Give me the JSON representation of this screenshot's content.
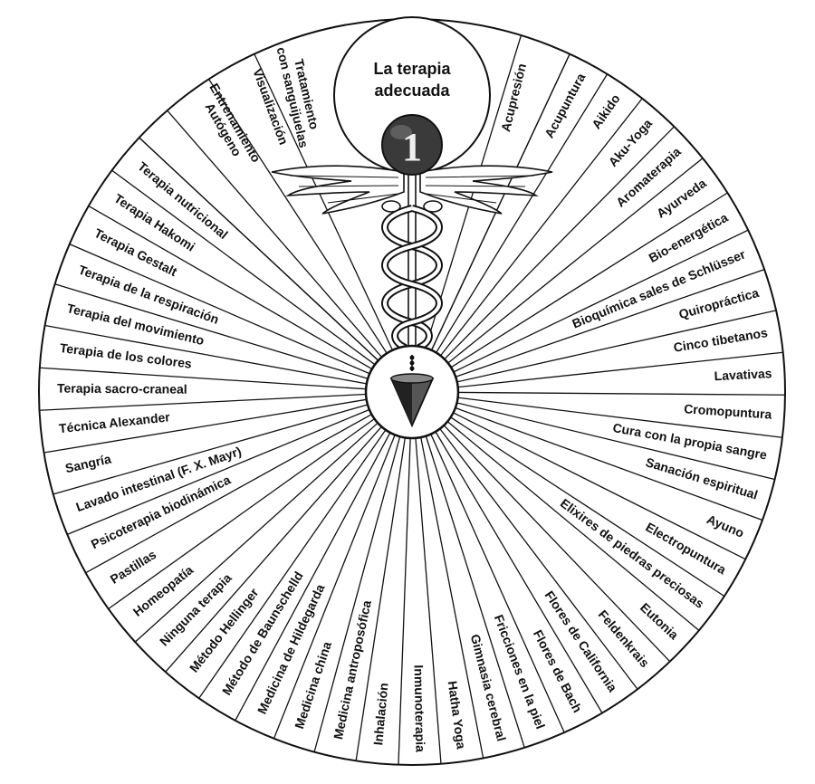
{
  "title_lines": [
    "La terapia",
    "adecuada"
  ],
  "number": "1",
  "colors": {
    "ink": "#111111",
    "paper": "#ffffff",
    "ball": "#3a3a3a"
  },
  "top_left_labels": [
    {
      "lines": [
        "Tratamiento",
        "con sanguijuelas"
      ]
    },
    {
      "lines": [
        "Visualización"
      ]
    },
    {
      "lines": [
        "Entrenamiento",
        "Autógeno"
      ]
    }
  ],
  "top_right_labels": [
    {
      "lines": [
        "Acupresión"
      ]
    }
  ],
  "labels": [
    "Acupuntura",
    "Aikido",
    "Aku-Yoga",
    "Aromaterapia",
    "Ayurveda",
    "Bio-energética",
    "Bioquímica sales de Schlüsser",
    "Quiropráctica",
    "Cinco tibetanos",
    "Lavativas",
    "Cromopuntura",
    "Cura con la propia sangre",
    "Sanación espiritual",
    "Ayuno",
    "Electropuntura",
    "Elixires de piedras preciosas",
    "Eutonia",
    "Feldenkrais",
    "Flores de California",
    "Flores de Bach",
    "Fricciones en la piel",
    "Gimnasia cerebral",
    "Hatha Yoga",
    "Inmunoterapia",
    "Inhalación",
    "Medicina antroposófica",
    "Medicina china",
    "Medicina de Hildegarda",
    "Método de Baunschelld",
    "Método Hellinger",
    "Ninguna terapia",
    "Homeopatía",
    "Pastillas",
    "Psicoterapia biodinámica",
    "Lavado intestinal (F. X. Mayr)",
    "Sangría",
    "Técnica Alexander",
    "Terapia sacro-craneal",
    "Terapia de los colores",
    "Terapia del movimiento",
    "Terapia de la respiración",
    "Terapia Gestalt",
    "Terapia Hakomi",
    "Terapia nutricional"
  ]
}
